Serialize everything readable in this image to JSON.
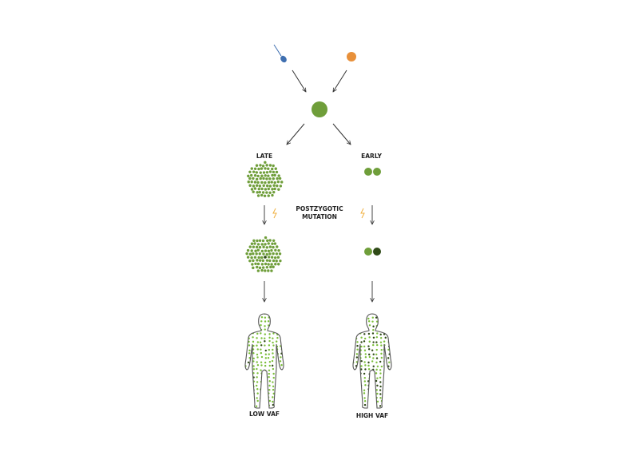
{
  "labels": {
    "late": "LATE",
    "early": "EARLY",
    "mutation_line1": "POSTZYGOTIC",
    "mutation_line2": "MUTATION",
    "low_vaf": "LOW VAF",
    "high_vaf": "HIGH VAF"
  },
  "colors": {
    "sperm": "#3f6fb0",
    "egg": "#e8903a",
    "cell": "#6f9e3a",
    "mutant": "#2f4a17",
    "lightning": "#f0b040",
    "arrow": "#333333",
    "outline": "#555555"
  },
  "icons": [
    "sperm-icon",
    "egg-icon",
    "zygote-icon",
    "lightning-icon",
    "human-body-icon"
  ]
}
